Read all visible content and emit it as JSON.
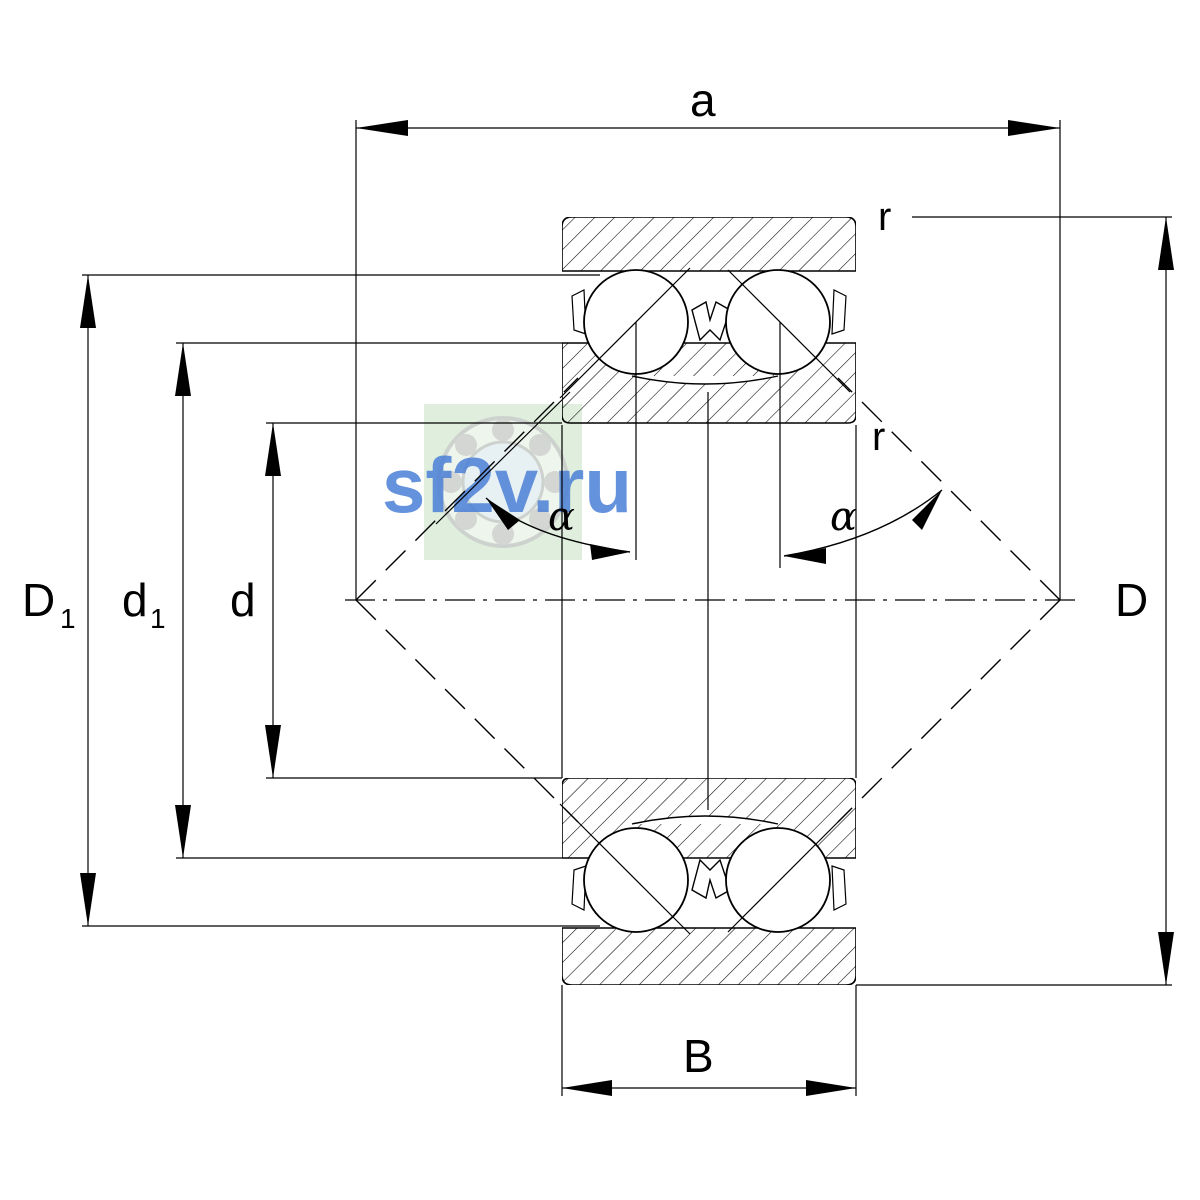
{
  "labels": {
    "a": "a",
    "B": "B",
    "D": "D",
    "D1_main": "D",
    "D1_sub": "1",
    "d1_main": "d",
    "d1_sub": "1",
    "d": "d",
    "r_top": "r",
    "r_inner": "r",
    "alpha_left": "α",
    "alpha_right": "α"
  },
  "watermark": {
    "text": "sf2v.ru",
    "color": "#4a7fd6"
  },
  "colors": {
    "line": "#000000",
    "hatch": "#000000",
    "watermark_bg": "#dfeedd"
  }
}
